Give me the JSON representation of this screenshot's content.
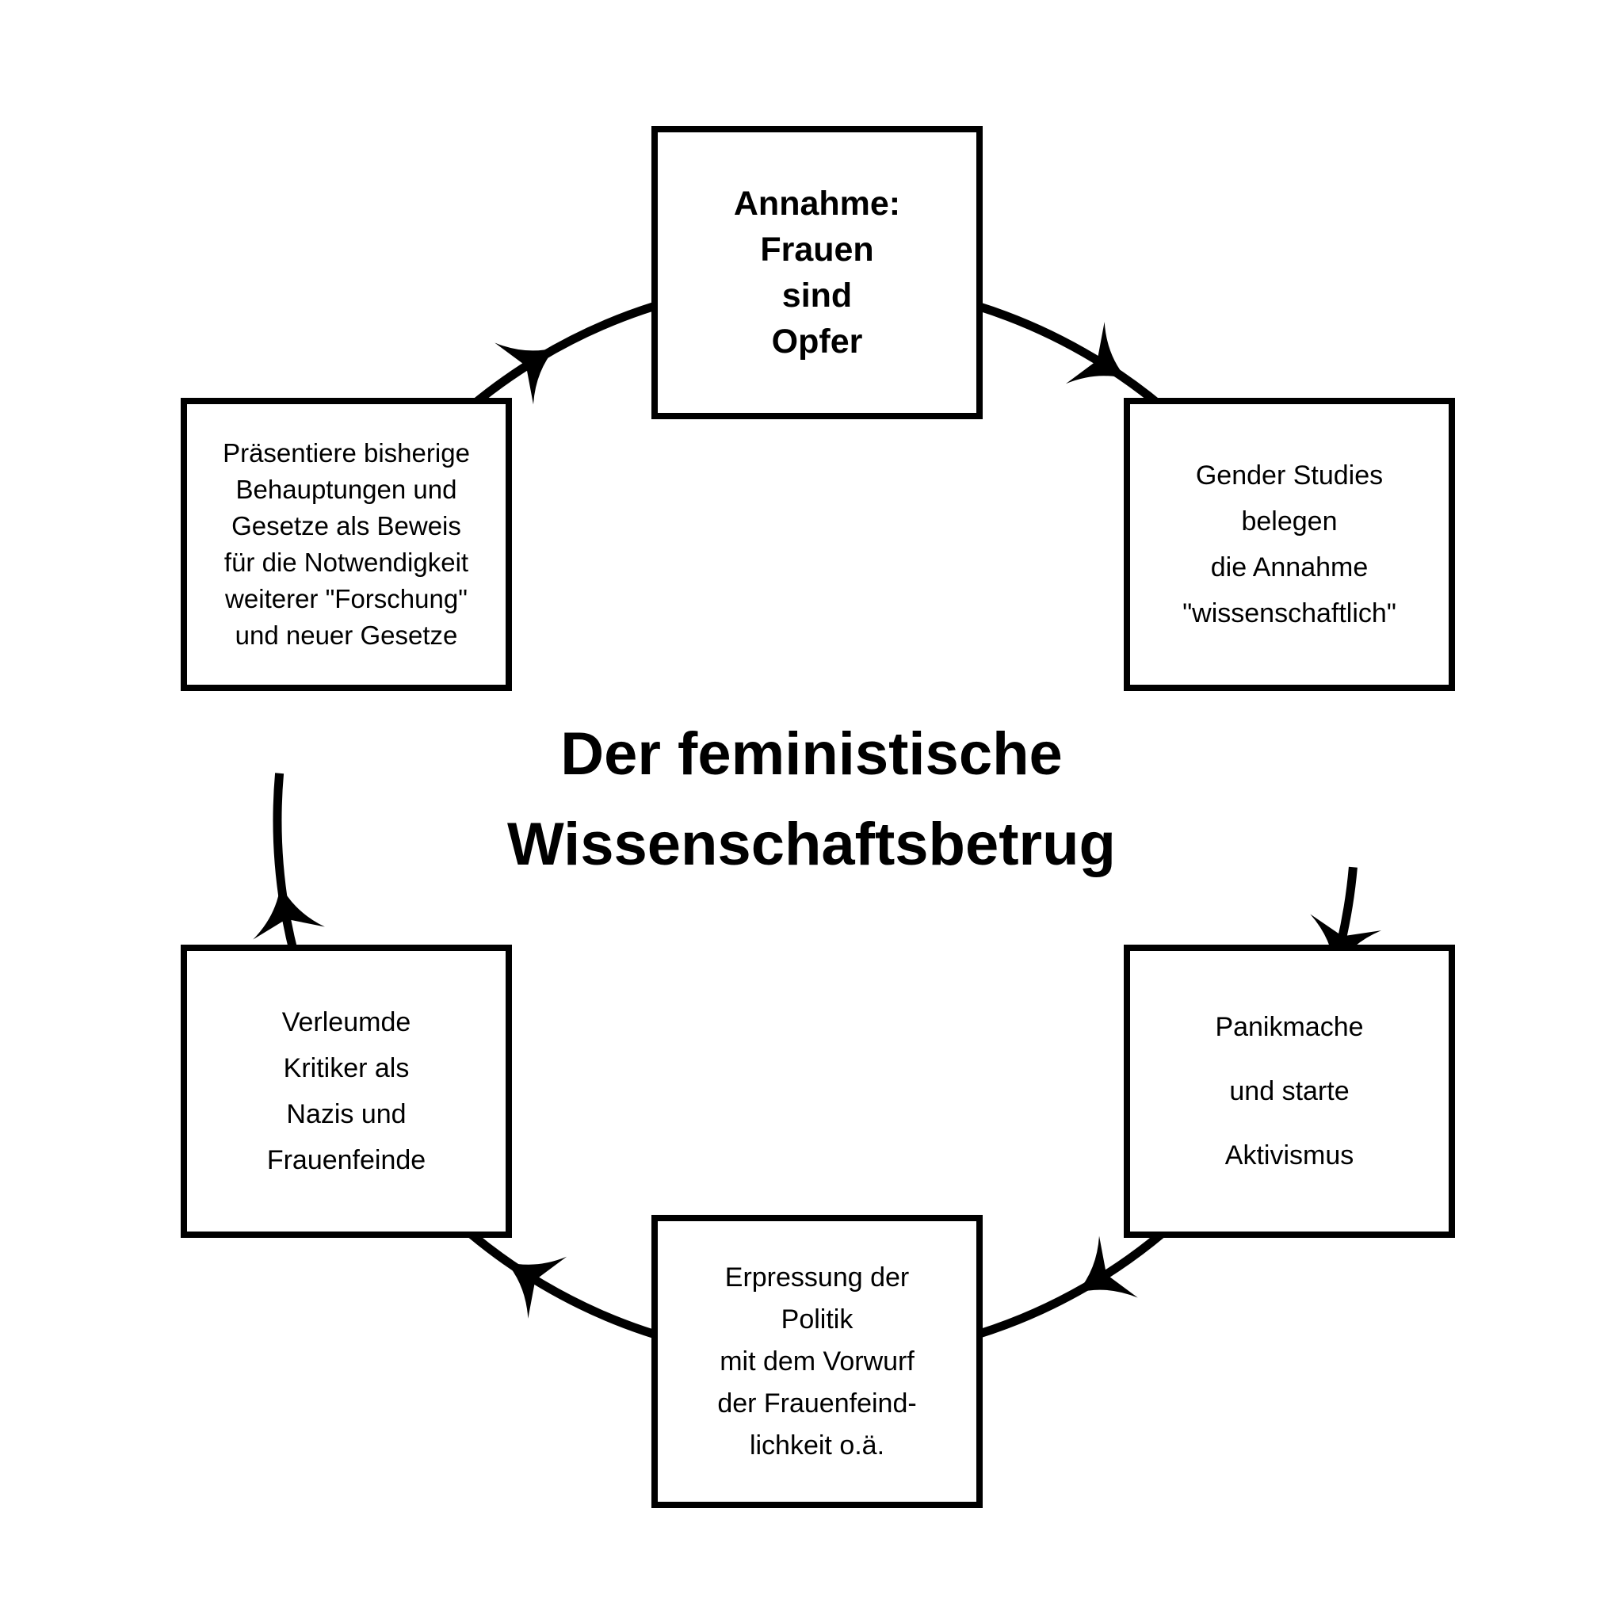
{
  "title": {
    "lines": [
      "Der feministische",
      "Wissenschaftsbetrug"
    ]
  },
  "boxes": {
    "top": {
      "lines": [
        "Annahme:",
        "Frauen",
        "sind",
        "Opfer"
      ]
    },
    "right_upper": {
      "lines": [
        "Gender Studies",
        "belegen",
        "die Annahme",
        "\"wissenschaftlich\""
      ]
    },
    "right_lower": {
      "lines": [
        "Panikmache",
        "und starte",
        "Aktivismus"
      ]
    },
    "bottom": {
      "lines": [
        "Erpressung der",
        "Politik",
        "mit dem Vorwurf",
        "der Frauenfeind-",
        "lichkeit o.ä."
      ]
    },
    "left_lower": {
      "lines": [
        "Verleumde",
        "Kritiker als",
        "Nazis und",
        "Frauenfeinde"
      ]
    },
    "left_upper": {
      "lines": [
        "Präsentiere bisherige",
        "Behauptungen und",
        "Gesetze als Beweis",
        "für die Notwendigkeit",
        "weiterer \"Forschung\"",
        "und neuer Gesetze"
      ]
    }
  },
  "colors": {
    "stroke": "#000000",
    "background": "#ffffff"
  }
}
